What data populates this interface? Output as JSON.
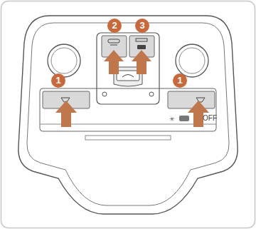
{
  "diagram": {
    "labels": [
      "2",
      "3",
      "1",
      "1",
      "OFF"
    ]
  }
}
